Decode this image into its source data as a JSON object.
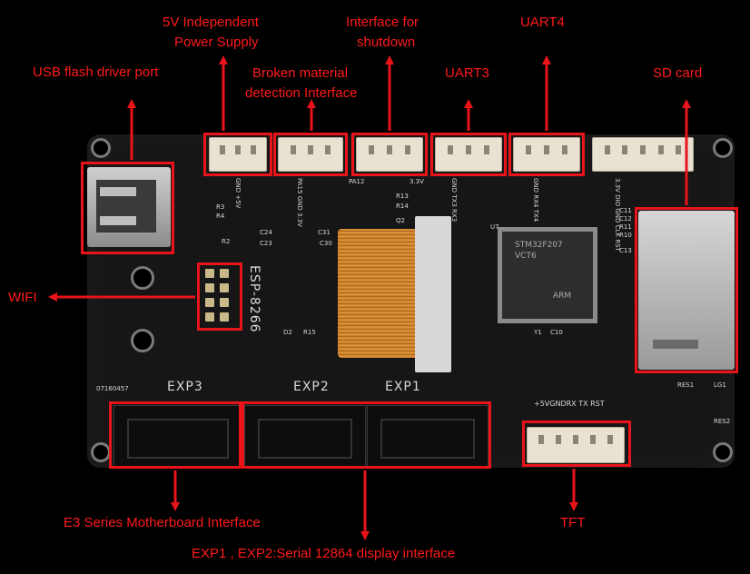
{
  "labels": {
    "usb": "USB flash driver port",
    "power_line1": "5V Independent",
    "power_line2": "Power Supply",
    "broken_line1": "Broken material",
    "broken_line2": "detection Interface",
    "shutdown_line1": "Interface for",
    "shutdown_line2": "shutdown",
    "uart3": "UART3",
    "uart4": "UART4",
    "sd": "SD card",
    "wifi": "WIFI",
    "e3": "E3 Series Motherboard Interface",
    "exp12": "EXP1 , EXP2:Serial 12864 display interface",
    "tft": "TFT"
  },
  "silkscreen": {
    "exp3": "EXP3",
    "exp2": "EXP2",
    "exp1": "EXP1",
    "esp": "ESP-8266",
    "serial": "07160457",
    "stm_line1": "STM32F207",
    "stm_line2": "VCT6",
    "arm": "ARM",
    "tft_pins": "+5VGNDRX TX RST",
    "pa12": "PA12",
    "v33": "3.3V",
    "pwr_pins": "GND +5V",
    "pa15_pins": "PA15 GND 3.3V",
    "uart3_pins": "GND TX3 RX3",
    "uart4_pins": "GND RX4 TX4",
    "swd_pins": "3.3V DIO GND CLK RST",
    "r13": "R13",
    "r14": "R14",
    "q2": "Q2",
    "d2": "D2",
    "r15": "R15",
    "c24": "C24",
    "c23": "C23",
    "c31": "C31",
    "c30": "C30",
    "r3": "R3",
    "r4": "R4",
    "r2": "R2",
    "c11": "C11",
    "c12": "C12",
    "r11": "R11",
    "r10": "R10",
    "c13": "C13",
    "y1": "Y1",
    "c10": "C10",
    "u7": "U7",
    "res1": "RES1",
    "res2": "RES2",
    "lg1": "LG1"
  },
  "colors": {
    "accent": "#e8141a",
    "board": "#161616",
    "background": "#000000"
  }
}
